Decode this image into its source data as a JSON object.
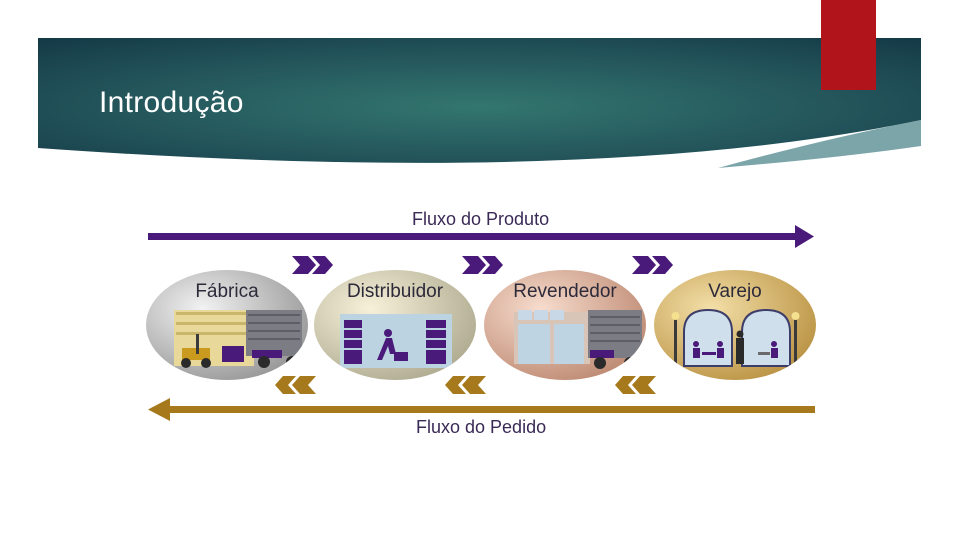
{
  "slide": {
    "title": "Introdução"
  },
  "diagram": {
    "product_flow_label": "Fluxo do Produto",
    "order_flow_label": "Fluxo do Pedido",
    "stages": [
      {
        "label": "Fábrica"
      },
      {
        "label": "Distribuidor"
      },
      {
        "label": "Revendedor"
      },
      {
        "label": "Varejo"
      }
    ],
    "colors": {
      "banner_dark": "#143a48",
      "banner_mid": "#2e6a68",
      "accent_red": "#b2141b",
      "product_flow": "#4a1a7a",
      "order_flow": "#a67a1c"
    }
  }
}
